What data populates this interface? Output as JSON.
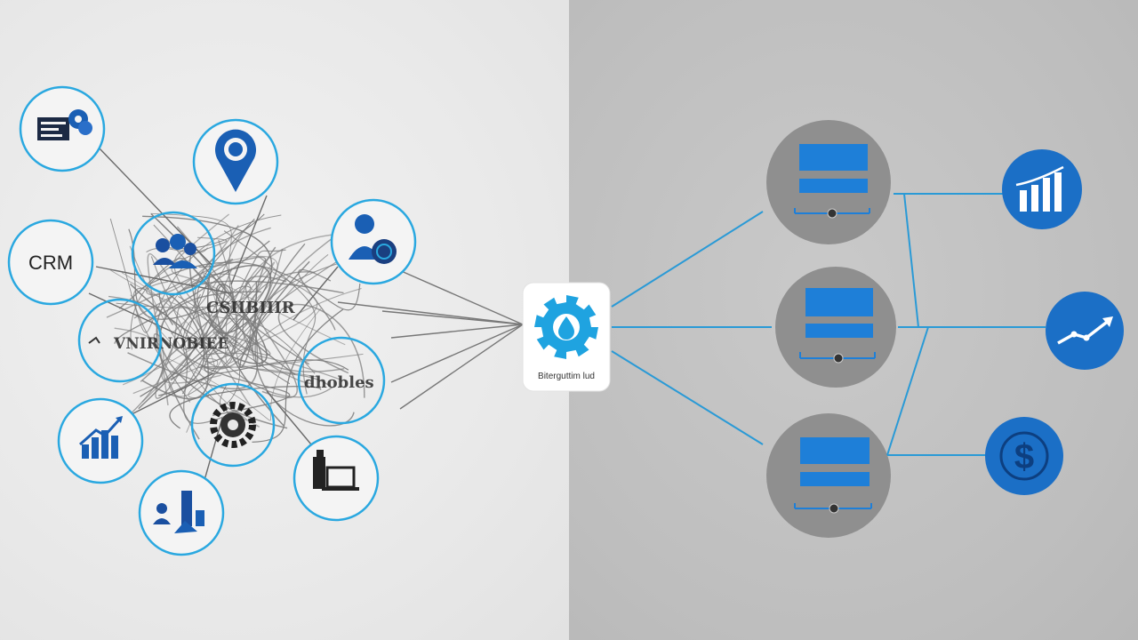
{
  "colors": {
    "accent_blue": "#1a6fc9",
    "ring_blue": "#2aa8e0",
    "line_blue": "#2a9ad6",
    "tangle_gray": "#7a7a7a",
    "server_circle": "#8f8f8f",
    "server_bar": "#1e7fd8",
    "hub_gear": "#1fa3e0"
  },
  "left_nodes": [
    {
      "id": "monitor",
      "icon": "monitor-gears-icon"
    },
    {
      "id": "pin",
      "icon": "location-pin-icon"
    },
    {
      "id": "crm",
      "label": "CRM"
    },
    {
      "id": "team",
      "icon": "team-icon"
    },
    {
      "id": "user",
      "icon": "user-settings-icon"
    },
    {
      "id": "workflow",
      "icon": "workflow-icon"
    },
    {
      "id": "chart",
      "icon": "bar-chart-icon"
    },
    {
      "id": "gear",
      "icon": "gear-icon"
    },
    {
      "id": "docs",
      "icon": "laptop-docs-icon"
    },
    {
      "id": "people",
      "icon": "people-icon"
    }
  ],
  "tangle_labels": {
    "top": "CSIIBIIIR",
    "left": "VNIRNOBIEE",
    "right": "dhobles"
  },
  "hub": {
    "icon": "gear-drop-icon",
    "caption": "Biterguttim lud"
  },
  "servers": [
    {
      "id": "server-1",
      "icon": "server-icon"
    },
    {
      "id": "server-2",
      "icon": "server-icon"
    },
    {
      "id": "server-3",
      "icon": "server-icon"
    }
  ],
  "outputs": [
    {
      "id": "analytics",
      "icon": "bar-chart-up-icon"
    },
    {
      "id": "trend",
      "icon": "trend-up-icon"
    },
    {
      "id": "finance",
      "icon": "dollar-icon"
    }
  ]
}
